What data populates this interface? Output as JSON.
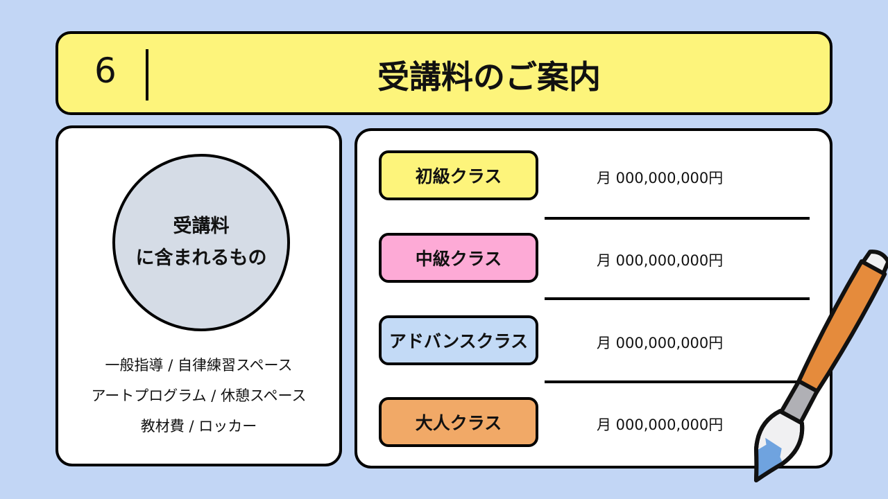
{
  "header": {
    "number": "6",
    "title": "受講料のご案内"
  },
  "included": {
    "heading_line1": "受講料",
    "heading_line2": "に含まれるもの",
    "items": [
      "一般指導 / 自律練習スペース",
      "アートプログラム / 休憩スペース",
      "教材費 / ロッカー"
    ]
  },
  "classes": [
    {
      "name": "初級クラス",
      "price": "月 000,000,000円",
      "color": "#fdf47b"
    },
    {
      "name": "中級クラス",
      "price": "月 000,000,000円",
      "color": "#fdaad6"
    },
    {
      "name": "アドバンスクラス",
      "price": "月 000,000,000円",
      "color": "#c3daf6"
    },
    {
      "name": "大人クラス",
      "price": "月 000,000,000円",
      "color": "#f1a967"
    }
  ],
  "colors": {
    "background": "#c2d6f5",
    "brush_handle": "#e58b3c",
    "brush_ferrule": "#b0b0b5",
    "paint": "#6fa3df"
  }
}
